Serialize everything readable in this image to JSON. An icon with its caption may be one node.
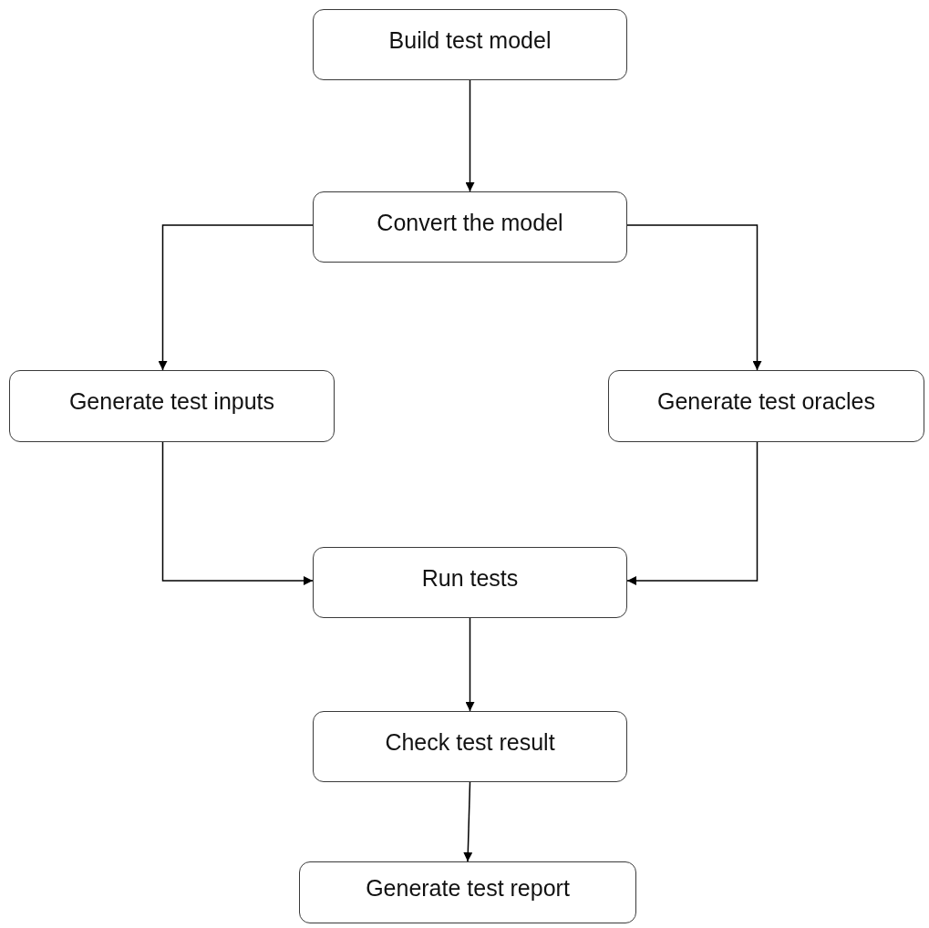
{
  "diagram": {
    "nodes": [
      {
        "text": [
          "Build test model"
        ]
      },
      {
        "text": [
          "Convert the model"
        ]
      },
      {
        "text": [
          "Generate test inputs"
        ]
      },
      {
        "text": [
          "Generate test oracles"
        ]
      },
      {
        "text": [
          "Run tests"
        ]
      },
      {
        "text": [
          "Check test result"
        ]
      },
      {
        "text": [
          "Generate test report"
        ]
      }
    ],
    "edges": [
      {
        "from": 0,
        "to": 1,
        "arrow": "to"
      },
      {
        "from": 1,
        "to": 2,
        "arrow": "to"
      },
      {
        "from": 1,
        "to": 3,
        "arrow": "to"
      },
      {
        "from": 2,
        "to": 4,
        "arrow": "to"
      },
      {
        "from": 3,
        "to": 4,
        "arrow": "to"
      },
      {
        "from": 4,
        "to": 5,
        "arrow": "to"
      },
      {
        "from": 5,
        "to": 6,
        "arrow": "to"
      }
    ]
  }
}
